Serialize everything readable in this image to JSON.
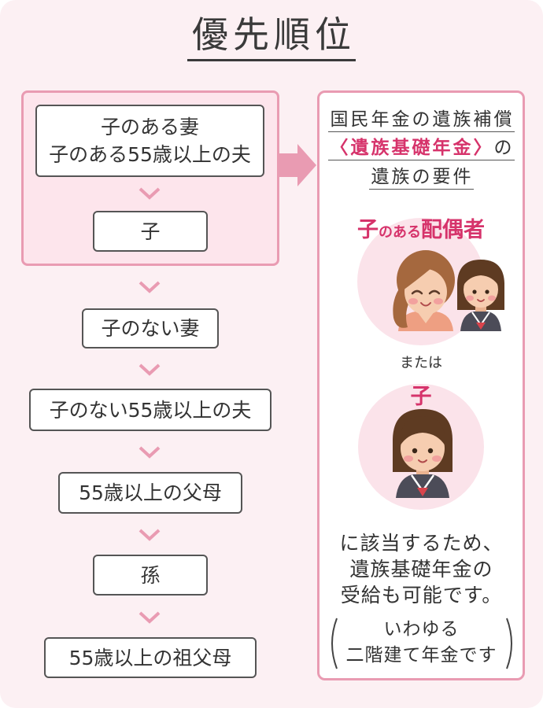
{
  "title": "優先順位",
  "priority_order": {
    "steps": [
      {
        "lines": [
          "子のある妻",
          "子のある55歳以上の夫"
        ]
      },
      {
        "lines": [
          "子"
        ]
      },
      {
        "lines": [
          "子のない妻"
        ]
      },
      {
        "lines": [
          "子のない55歳以上の夫"
        ]
      },
      {
        "lines": [
          "55歳以上の父母"
        ]
      },
      {
        "lines": [
          "孫"
        ]
      },
      {
        "lines": [
          "55歳以上の祖父母"
        ]
      }
    ]
  },
  "requirements_panel": {
    "heading": {
      "line1": "国民年金の遺族補償",
      "line2_highlight": "〈遺族基礎年金〉",
      "line2_rest": "の",
      "line3": "遺族の要件"
    },
    "option_1": {
      "label_part1": "子",
      "label_part2": "のある",
      "label_part3": "配偶者"
    },
    "or_text": "または",
    "option_2": {
      "label": "子"
    },
    "conclusion_lines": [
      "に該当するため、",
      "遺族基礎年金の",
      "受給も可能です。"
    ],
    "note_lines": [
      "いわゆる",
      "二階建て年金です"
    ]
  },
  "icons": {
    "step_separator": "chevron-down-icon",
    "group_connector": "arrow-right-icon"
  },
  "colors": {
    "page_background": "#fcf0f3",
    "group_background": "#fde5ec",
    "accent_pink": "#e99bb2",
    "highlight_text": "#d6336b",
    "text": "#333333",
    "box_border": "#555555",
    "circle_fill": "#fbe3ea"
  }
}
